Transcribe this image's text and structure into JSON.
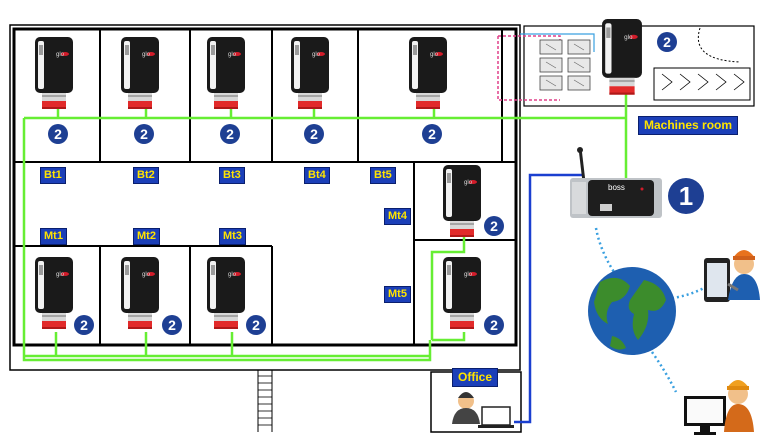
{
  "rooms": {
    "bt": [
      "Bt1",
      "Bt2",
      "Bt3",
      "Bt4",
      "Bt5"
    ],
    "mt": [
      "Mt1",
      "Mt2",
      "Mt3",
      "Mt4",
      "Mt5"
    ],
    "machines_room": "Machines room",
    "office": "Office"
  },
  "badges": {
    "controller": "2",
    "gateway": "1"
  },
  "gateway_brand": "boss",
  "colors": {
    "floorplan_wall": "#000000",
    "sensor_link": "#66ee33",
    "network_link": "#1a3fd0",
    "label_bg": "#1b3fb8",
    "label_text": "#ffe400",
    "badge": "#1e3f93",
    "wireless_link": "#3aa0e0",
    "machines_pink_line": "#e0408a"
  },
  "icons": [
    "controller-icon",
    "gateway-icon",
    "globe-icon",
    "technician-tablet-icon",
    "engineer-monitor-icon",
    "office-user-laptop-icon"
  ]
}
